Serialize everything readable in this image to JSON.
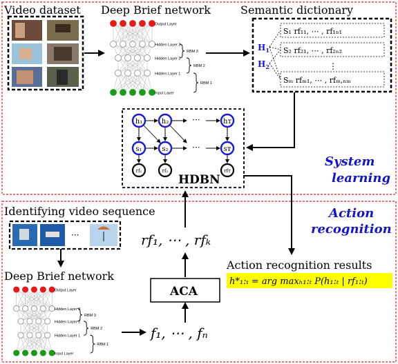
{
  "colors": {
    "red_dash": "#e02020",
    "node_red": "#e51a1a",
    "node_green": "#1a9a1a",
    "hdbn_blue": "#1a1ad6",
    "highlight": "#ffff00",
    "label_blue": "#1515c8"
  },
  "top": {
    "video_dataset_title": "Video dataset",
    "dbn_title": "Deep Brief network",
    "semantic_dictionary_title": "Semantic dictionary"
  },
  "dbn": {
    "output_layer": "Output Layer",
    "hidden3": "Hidden Layer 3",
    "hidden2": "Hidden Layer 2",
    "hidden1": "Hidden Layer 1",
    "input_layer": "Input Layer",
    "rbm3": "RBM 3",
    "rbm2": "RBM 2",
    "rbm1": "RBM 1"
  },
  "dictionary": {
    "h1": "H",
    "h1_sub": "1",
    "h2": "H",
    "h2_sub": "2",
    "row1": "S₁  rf₁₁, ⋯ , rf₁ₙ₁",
    "row2": "S₂  rf₂₁, ⋯ , rf₂ₙ₂",
    "dots": "⋮",
    "row_m": "Sₘ rfₘ₁, ⋯ , rfₘ,ₙₘ"
  },
  "hdbn": {
    "label": "HDBN",
    "h_nodes": [
      "h₁",
      "h₂",
      "h_T"
    ],
    "s_nodes": [
      "s₁",
      "s₂",
      "s_T"
    ],
    "rf_nodes": [
      "rf₁",
      "rf₂",
      "rf_T"
    ],
    "ellipsis": "···"
  },
  "labels": {
    "system_learning_1": "System",
    "system_learning_2": "learning",
    "action_recognition_1": "Action",
    "action_recognition_2": "recognition"
  },
  "bottom": {
    "identifying_title": "Identifying video sequence",
    "thumb_ellipsis": "···",
    "dbn_title": "Deep Brief network",
    "aca_label": "ACA",
    "rf_sequence": "rf₁, ⋯ , rfₖ",
    "f_sequence": "f₁, ⋯ , fₙ",
    "results_title": "Action recognition results",
    "results_formula": "h*₁:ₜ = arg maxₕ₁:ₜ P(h₁:ₜ | rf₁:ₜ)"
  }
}
